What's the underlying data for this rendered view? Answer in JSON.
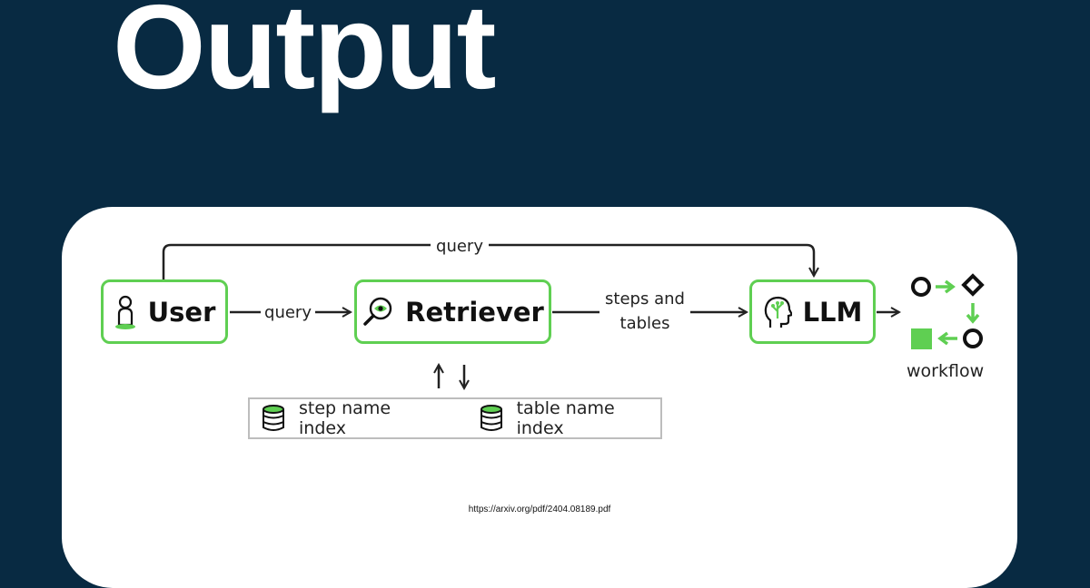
{
  "title": "Output",
  "diagram": {
    "nodes": {
      "user": "User",
      "retriever": "Retriever",
      "llm": "LLM"
    },
    "edges": {
      "top_query": "query",
      "user_to_retriever": "query",
      "retriever_to_llm_line1": "steps and",
      "retriever_to_llm_line2": "tables"
    },
    "indexes": {
      "step": "step name index",
      "table": "table name index"
    },
    "workflow_label": "workflow",
    "source_url": "https://arxiv.org/pdf/2404.08189.pdf"
  },
  "colors": {
    "background": "#082a42",
    "accent_green": "#5fcf52",
    "stroke": "#222222"
  },
  "icons": [
    "person-icon",
    "magnifier-icon",
    "head-brain-icon",
    "database-icon",
    "workflow-icon"
  ]
}
